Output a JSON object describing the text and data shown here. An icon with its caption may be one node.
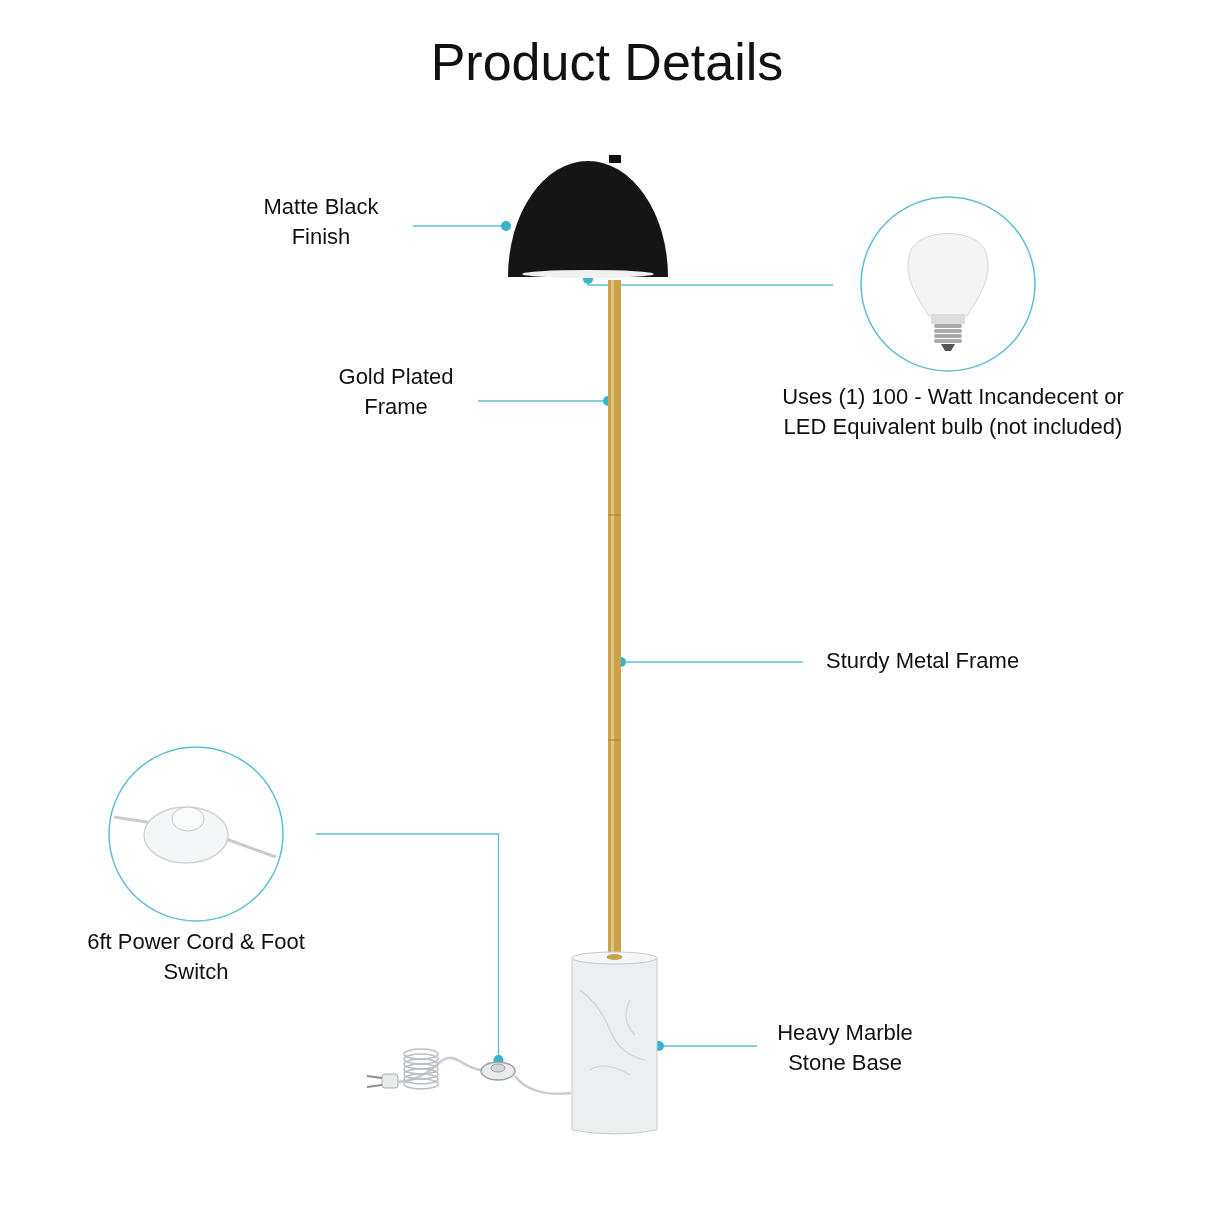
{
  "diagram": {
    "title": "Product Details",
    "nodes": [
      {
        "text": [
          "Matte Black Finish"
        ]
      },
      {
        "text": [],
        "shape": "dome"
      },
      {
        "text": [
          "Uses (1) 100 - Watt Incandecent or LED Equivalent bulb (not included)"
        ]
      },
      {
        "text": [
          "Gold Plated Frame"
        ]
      },
      {
        "text": [],
        "shape": "picture"
      },
      {
        "text": [
          "Sturdy Metal Frame"
        ]
      },
      {
        "text": [
          "6ft Power Cord & Foot Switch"
        ]
      },
      {
        "text": [],
        "shape": "ellipse"
      },
      {
        "text": [
          "Heavy Marble Stone Base"
        ]
      },
      {
        "text": [],
        "shape": "picture"
      }
    ],
    "edges": [
      {
        "from": 0,
        "to": 1,
        "arrow": "other"
      },
      {
        "from": 2,
        "to": 1,
        "arrow": "other"
      },
      {
        "from": 3,
        "to": 4,
        "arrow": "other"
      },
      {
        "from": 5,
        "to": 4,
        "arrow": "other"
      },
      {
        "from": 6,
        "to": 7,
        "arrow": "other"
      },
      {
        "from": 8,
        "to": 9,
        "arrow": "other"
      }
    ]
  }
}
